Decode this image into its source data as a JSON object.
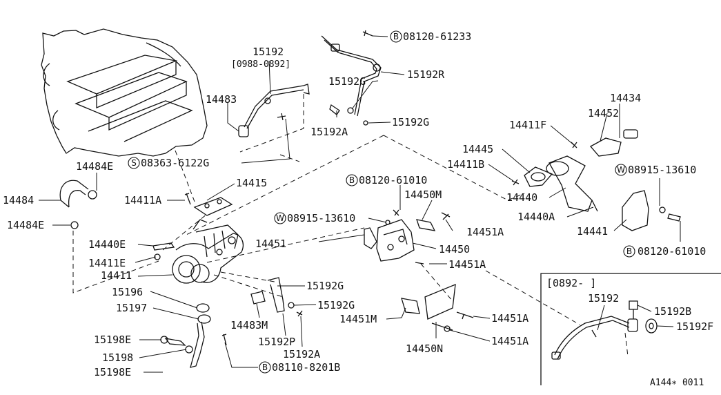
{
  "parts": {
    "p15192_top": "15192",
    "p15192_range": "[0988-0892]",
    "p14483": "14483",
    "p08120_61233": "08120-61233",
    "p15192G_a": "15192G",
    "p15192R": "15192R",
    "p15192A_top": "15192A",
    "p15192G_b": "15192G",
    "p08363_6122G": "08363-6122G",
    "p14484E_top": "14484E",
    "p14484": "14484",
    "p14484E_bot": "14484E",
    "p14411A": "14411A",
    "p14415": "14415",
    "p08120_61010_mid": "08120-61010",
    "p14450M": "14450M",
    "p08915_13610_mid": "08915-13610",
    "p14451A_1": "14451A",
    "p14451": "14451",
    "p14450": "14450",
    "p14451A_2": "14451A",
    "p14440E": "14440E",
    "p14411E": "14411E",
    "p14411": "14411",
    "p15196": "15196",
    "p15197": "15197",
    "p15192G_c": "15192G",
    "p15192G_d": "15192G",
    "p14483M": "14483M",
    "p15192P": "15192P",
    "p15192A_bot": "15192A",
    "p15198E_a": "15198E",
    "p15198": "15198",
    "p15198E_b": "15198E",
    "p08110_8201B": "08110-8201B",
    "p14451M": "14451M",
    "p14451A_3": "14451A",
    "p14450N": "14450N",
    "p14451A_4": "14451A",
    "p14411F": "14411F",
    "p14434": "14434",
    "p14452": "14452",
    "p14445": "14445",
    "p14411B": "14411B",
    "p14440": "14440",
    "p14440A": "14440A",
    "p08915_13610_right": "08915-13610",
    "p14441": "14441",
    "p08120_61010_right": "08120-61010"
  },
  "inset": {
    "range": "[0892-      ]",
    "p15192": "15192",
    "p15192B": "15192B",
    "p15192F": "15192F"
  },
  "marks": {
    "bolt": "B",
    "washer": "W",
    "screw": "S"
  },
  "footer": {
    "code": "A144∗ 0011"
  }
}
